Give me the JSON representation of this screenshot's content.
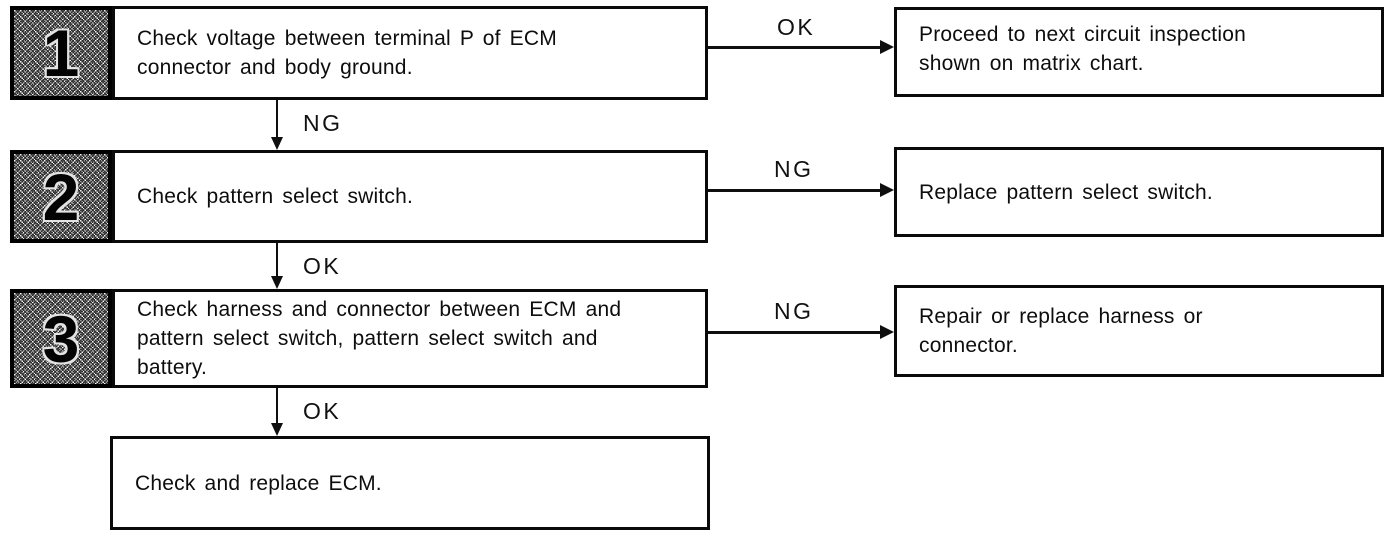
{
  "flowchart": {
    "steps": [
      {
        "number": "1",
        "text": "Check voltage between terminal P of ECM\nconnector and body ground.",
        "branch_label": "OK",
        "branch_result": "Proceed to next circuit inspection\nshown on matrix chart.",
        "down_label": "NG"
      },
      {
        "number": "2",
        "text": "Check pattern select switch.",
        "branch_label": "NG",
        "branch_result": "Replace pattern select switch.",
        "down_label": "OK"
      },
      {
        "number": "3",
        "text": "Check harness and connector between ECM and\npattern select switch, pattern select switch and\nbattery.",
        "branch_label": "NG",
        "branch_result": "Repair or replace harness or\nconnector.",
        "down_label": "OK"
      }
    ],
    "final": {
      "text": "Check and replace ECM."
    },
    "colors": {
      "line": "#0f0f0f",
      "background": "#ffffff"
    }
  }
}
